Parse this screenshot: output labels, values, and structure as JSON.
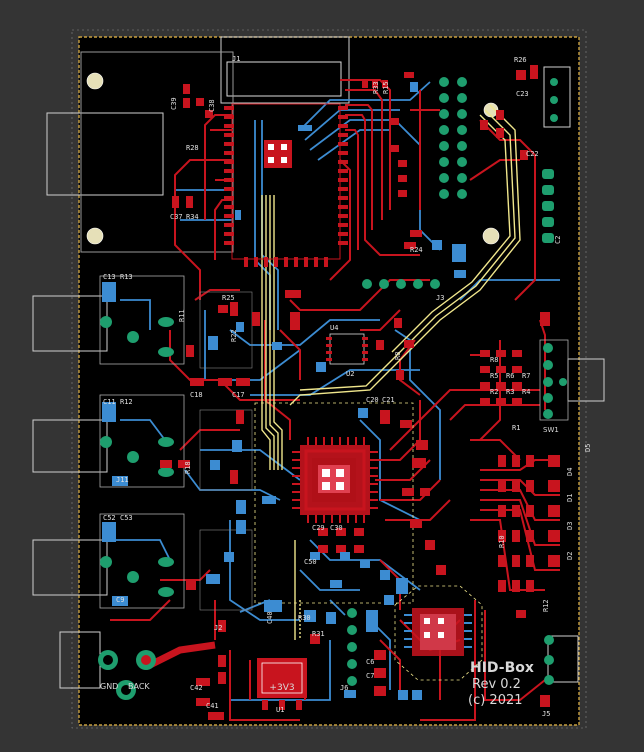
{
  "board": {
    "logo_line1": "HID-Box",
    "logo_line2": "Rev 0.2",
    "logo_line3": "(c) 2021",
    "ldo_label": "+3V3",
    "jack_labels": [
      "GND",
      "BACK"
    ],
    "switch_label": "SW1"
  },
  "refdes": {
    "top": [
      "J1",
      "C39",
      "R28",
      "C38",
      "C37",
      "R34",
      "R33",
      "R15",
      "R24",
      "R26",
      "C23",
      "C22",
      "C2",
      "J3"
    ],
    "left_jacks": [
      "C13",
      "R13",
      "C11",
      "R12",
      "C52",
      "C53",
      "J11",
      "C9"
    ],
    "mid": [
      "R25",
      "R22",
      "R11",
      "R18",
      "C17",
      "C18",
      "U4",
      "R8",
      "C20",
      "C21",
      "C29",
      "C30",
      "U2"
    ],
    "right": [
      "R1",
      "R2",
      "R3",
      "R4",
      "R5",
      "R6",
      "R7",
      "R8",
      "D1",
      "D2",
      "D3",
      "D4",
      "D5",
      "R10",
      "R12"
    ],
    "bottom": [
      "C41",
      "C42",
      "U1",
      "C40",
      "R31",
      "C6",
      "C7",
      "R30",
      "C50",
      "J6",
      "J2",
      "J5"
    ]
  },
  "colors": {
    "background": "#343434",
    "board": "#000000",
    "outline": "#c8a040",
    "top_copper": "#c8141e",
    "bottom_copper": "#3c8cd2",
    "silkscreen": "#e6e6e6",
    "pad_tht": "#1e9e6e",
    "highlight": "#f0e68c"
  }
}
